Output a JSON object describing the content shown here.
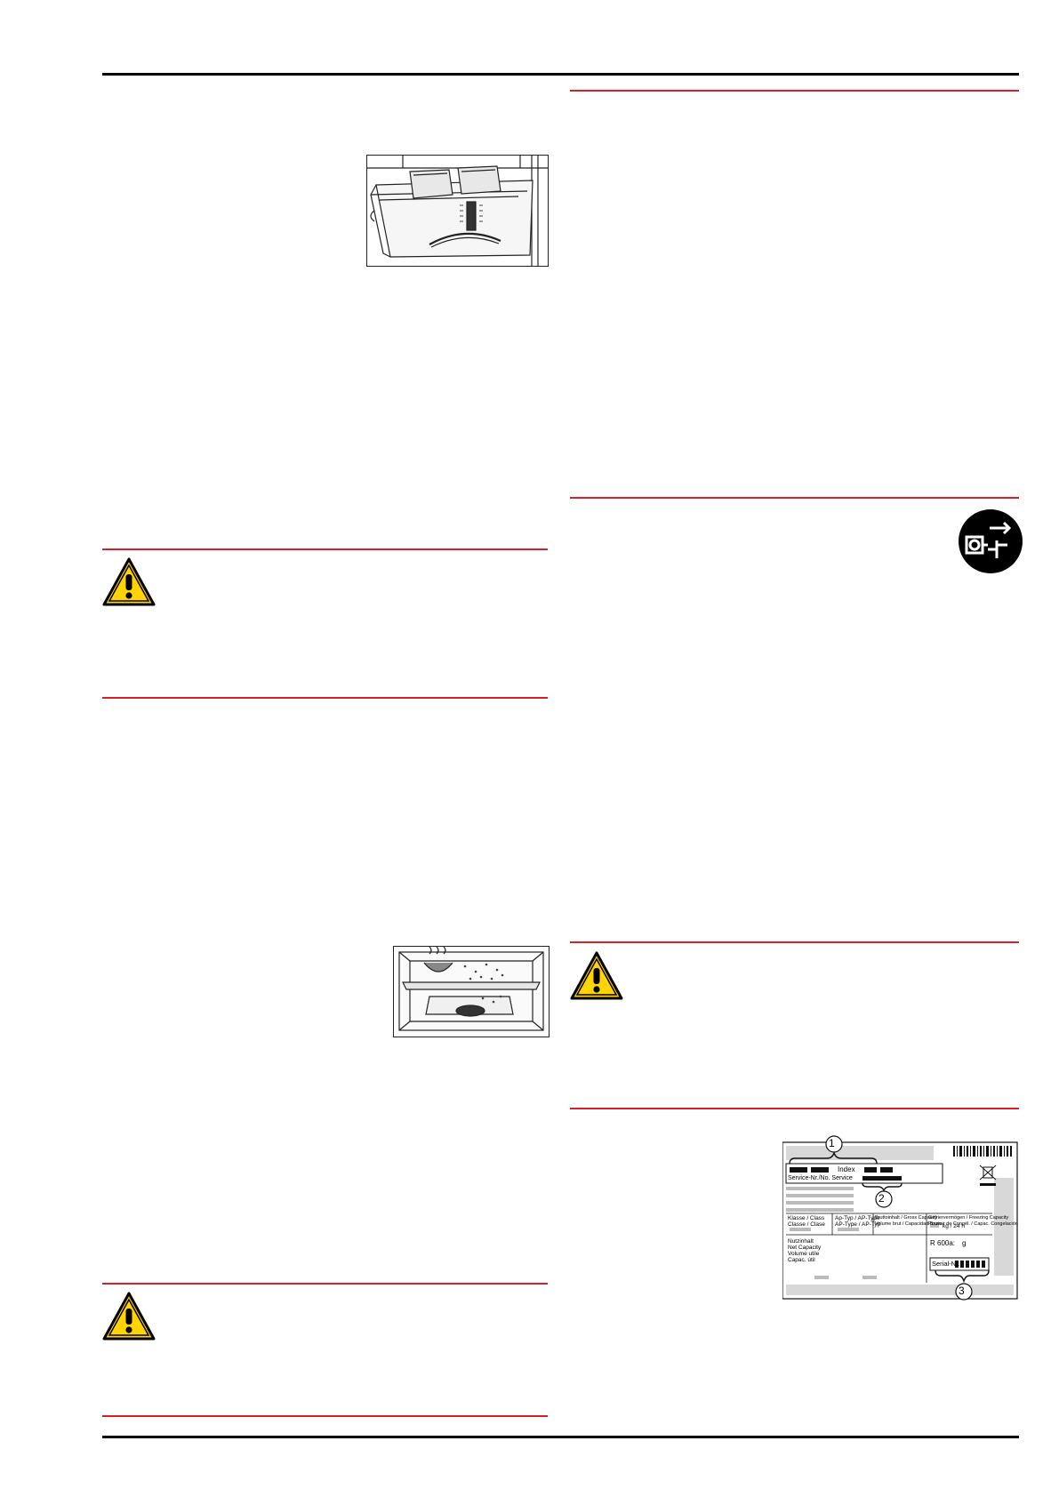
{
  "colors": {
    "accent_rule": "#d9202a",
    "warning_yellow": "#ffd400",
    "ink": "#000000"
  },
  "icons": {
    "warning": "warning-triangle-icon",
    "disconnect": "power-disconnect-icon"
  },
  "illustrations": {
    "drawer": "crisper-drawer-illustration",
    "defrost": "fridge-defrost-illustration",
    "rating_plate": "rating-plate-illustration"
  },
  "rating_plate": {
    "index_label": "Index",
    "service_label": "Service-Nr./No. Service",
    "callouts": [
      "1",
      "2",
      "3"
    ],
    "class_label": "Klasse / Class",
    "class_sub": "Classe / Clase",
    "type_label": "Ap-Typ / AP-Type",
    "type_sub": "AP-Type / AP-Typ",
    "gross_label": "Bruttoinhalt / Gross Capacity",
    "gross_sub": "Volume brut / Capacidad Bruta",
    "freezing_label": "Gefriervermögen / Freezing Capacity",
    "freezing_sub": "Pouvoir de Congél. / Capac. Congelación",
    "kg_label": "kg / 24 h",
    "net_label": "Nutzinhalt",
    "net_sub1": "Net Capacity",
    "net_sub2": "Volume utile",
    "net_sub3": "Capac. útil",
    "refrigerant": "R 600a:",
    "refrigerant_unit": "g",
    "serial_label": "Serial-Nr."
  }
}
